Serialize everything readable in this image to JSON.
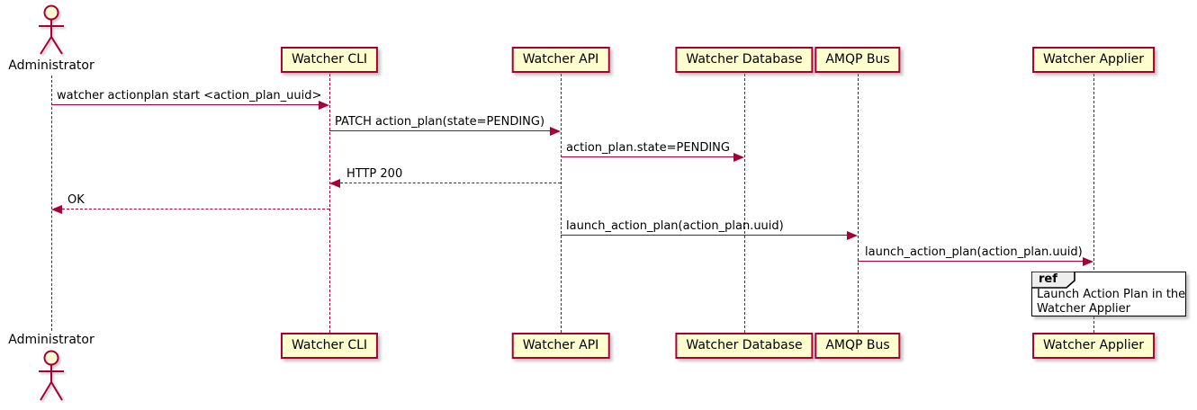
{
  "diagram_type": "uml-sequence-diagram",
  "participants": [
    {
      "id": "administrator",
      "label": "Administrator",
      "type": "actor"
    },
    {
      "id": "watcher-cli",
      "label": "Watcher CLI",
      "type": "participant"
    },
    {
      "id": "watcher-api",
      "label": "Watcher API",
      "type": "participant"
    },
    {
      "id": "watcher-database",
      "label": "Watcher Database",
      "type": "participant"
    },
    {
      "id": "amqp-bus",
      "label": "AMQP Bus",
      "type": "participant"
    },
    {
      "id": "watcher-applier",
      "label": "Watcher Applier",
      "type": "participant"
    }
  ],
  "messages": [
    {
      "from": "Administrator",
      "to": "Watcher CLI",
      "label": "watcher actionplan start <action_plan_uuid>",
      "style": "solid"
    },
    {
      "from": "Watcher CLI",
      "to": "Watcher API",
      "label": "PATCH action_plan(state=PENDING)",
      "style": "solid"
    },
    {
      "from": "Watcher API",
      "to": "Watcher Database",
      "label": "action_plan.state=PENDING",
      "style": "solid"
    },
    {
      "from": "Watcher API",
      "to": "Watcher CLI",
      "label": "HTTP 200",
      "style": "dashed"
    },
    {
      "from": "Watcher CLI",
      "to": "Administrator",
      "label": "OK",
      "style": "dashed"
    },
    {
      "from": "Watcher API",
      "to": "AMQP Bus",
      "label": "launch_action_plan(action_plan.uuid)",
      "style": "solid"
    },
    {
      "from": "AMQP Bus",
      "to": "Watcher Applier",
      "label": "launch_action_plan(action_plan.uuid)",
      "style": "solid"
    }
  ],
  "ref": {
    "keyword": "ref",
    "over": "Watcher Applier",
    "line1": "Launch Action Plan in the",
    "line2": "Watcher Applier"
  },
  "colors": {
    "participant_fill": "#FEFECE",
    "border": "#A80036",
    "arrow": "#A80036",
    "ref_border": "#000000",
    "ref_tab_fill": "#EEEEEE",
    "background": "#FFFFFF"
  }
}
